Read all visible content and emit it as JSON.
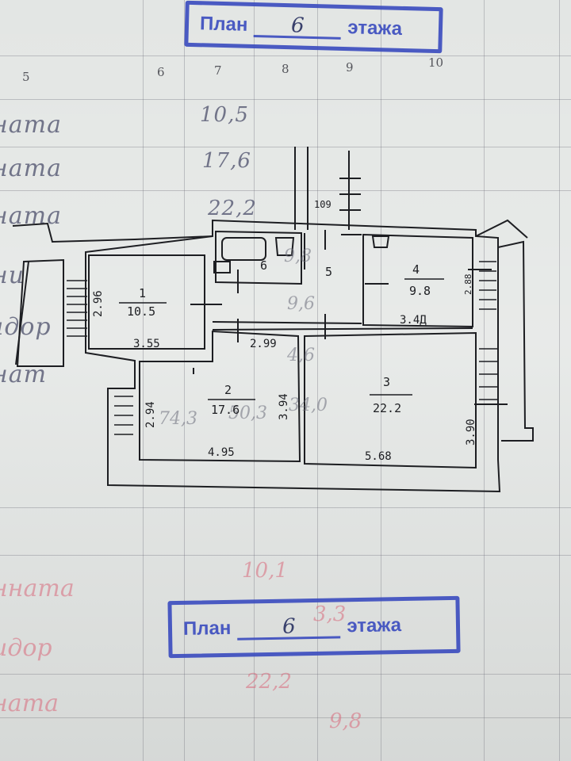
{
  "stamps": {
    "top": {
      "word_left": "План",
      "floor": "6",
      "word_right": "этажа"
    },
    "bottom": {
      "word_left": "План",
      "floor": "6",
      "word_right": "этажа"
    }
  },
  "sheet": {
    "column_numbers": [
      "5",
      "6",
      "7",
      "8",
      "9",
      "10"
    ],
    "row_areas": [
      "10,5",
      "17,6",
      "22,2"
    ],
    "row_labels": [
      "ната",
      "ната",
      "ната",
      "ни",
      "идор",
      "нат"
    ],
    "bottom_row_labels": [
      "нната",
      "идор",
      "ната"
    ],
    "bottom_row_areas": [
      "10,1",
      "3,3",
      "22,2",
      "9,8"
    ]
  },
  "plan": {
    "rooms": [
      {
        "number": "1",
        "area": "10.5"
      },
      {
        "number": "2",
        "area": "17.6"
      },
      {
        "number": "3",
        "area": "22.2"
      },
      {
        "number": "4",
        "area": "9.8"
      },
      {
        "number": "5",
        "area": ""
      },
      {
        "number": "6",
        "area": ""
      }
    ],
    "dimensions": {
      "room1_width": "3.55",
      "room1_height": "2.96",
      "room2_width": "4.95",
      "room2_height_left": "2.94",
      "room2_height_right": "3.94",
      "room3_width": "5.68",
      "room3_height": "3.90",
      "room4_width": "3.4Д",
      "room4_height": "2.88",
      "corridor_width": "2.99",
      "riser_label": "109"
    },
    "ghost_marks": [
      "9,6",
      "4,6",
      "74,3",
      "50,3",
      "34,0",
      "9,8"
    ]
  },
  "colors": {
    "stamp": "#3a4bbf",
    "linework": "#1d1e22",
    "grid": "#6e6e78",
    "pink_ink": "#d96a7c"
  }
}
